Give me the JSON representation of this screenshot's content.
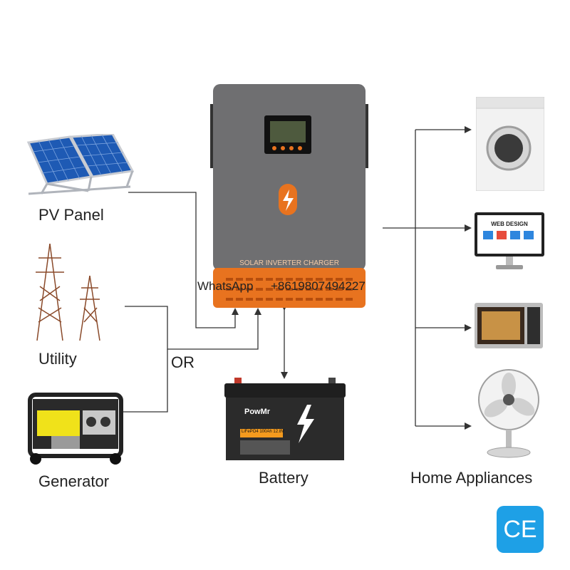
{
  "labels": {
    "pv_panel": "PV Panel",
    "utility": "Utility",
    "generator": "Generator",
    "battery": "Battery",
    "home_appliances": "Home Appliances",
    "or": "OR"
  },
  "inverter": {
    "panel_text": "SOLAR INVERTER CHARGER"
  },
  "watermark": {
    "left": "WhatsApp",
    "right": "+8619807494227"
  },
  "battery_unit": {
    "brand": "PowMr",
    "spec": "LiFePO4 100Ah 12.8V"
  },
  "monitor": {
    "heading": "WEB DESIGN"
  },
  "badge": {
    "text": "CE"
  },
  "colors": {
    "inverter_body": "#6f6f71",
    "inverter_orange": "#e8731f",
    "badge_blue": "#1ea0e6",
    "line": "#333333"
  }
}
